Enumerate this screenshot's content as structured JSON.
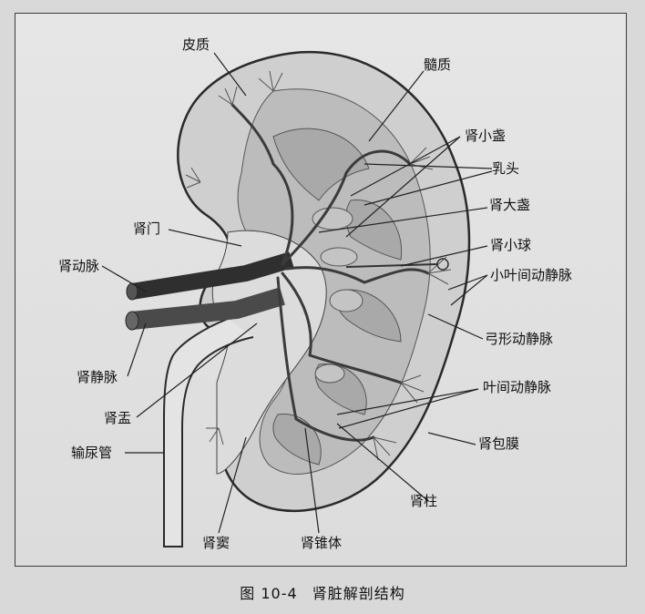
{
  "labels": {
    "cortex": "皮质",
    "medulla": "髓质",
    "minor_calyx": "肾小盏",
    "papilla": "乳头",
    "major_calyx": "肾大盏",
    "hilum": "肾门",
    "glomerulus": "肾小球",
    "renal_artery": "肾动脉",
    "interlobular_vessels": "小叶间动静脉",
    "arcuate_vessels": "弓形动静脉",
    "renal_vein": "肾静脉",
    "interlobar_vessels": "叶间动静脉",
    "renal_pelvis": "肾盂",
    "renal_capsule": "肾包膜",
    "ureter": "输尿管",
    "renal_column": "肾柱",
    "renal_sinus": "肾窦",
    "renal_pyramid": "肾锥体"
  },
  "caption": {
    "number": "图 10-4",
    "title": "肾脏解剖结构"
  },
  "colors": {
    "cortex": "#c9c9c9",
    "medulla": "#b5b5b5",
    "sinus": "#dcdcdc",
    "vessel": "#3b3b3b",
    "outline": "#2a2a2a"
  }
}
